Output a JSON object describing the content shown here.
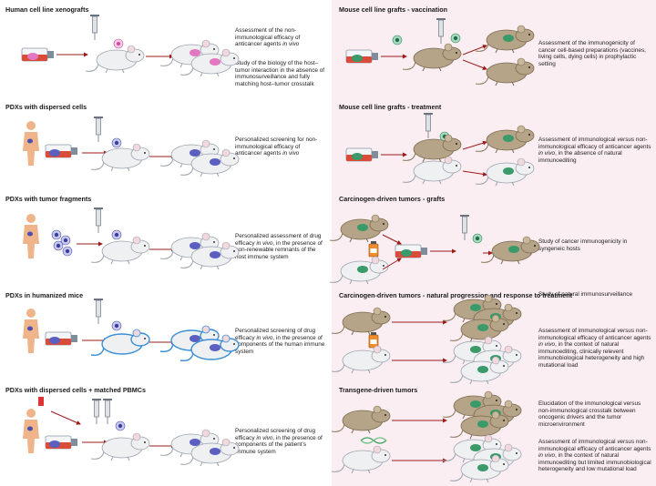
{
  "left": {
    "sections": [
      {
        "title": "Human cell line xenografts",
        "desc": [
          "Assessment of the non-immunological efficacy of anticancer agents |in vivo|",
          "Study of the biology of the host–tumor interaction in the absence of immunosurveillance and fully matching host–tumor crosstalk"
        ]
      },
      {
        "title": "PDXs with dispersed cells",
        "desc": [
          "Personalized screening for non-immunological efficacy of anticancer agents |in vivo|"
        ]
      },
      {
        "title": "PDXs with tumor fragments",
        "desc": [
          "Personalized assessment of drug efficacy |in vivo|, in the presence of non-renewable remnants of the host immune system"
        ]
      },
      {
        "title": "PDXs in humanized mice",
        "desc": [
          "Personalized screening of drug efficacy |in vivo|, in the presence of components of the human immune system"
        ]
      },
      {
        "title": "PDXs with dispersed cells + matched PBMCs",
        "desc": [
          "Personalized screening of drug efficacy |in vivo|, in the presence of components of the patient’s immune system"
        ]
      }
    ]
  },
  "right": {
    "sections": [
      {
        "title": "Mouse cell line grafts - vaccination",
        "desc": [
          "Assessment of the immunogenicity of cancer cell-based preparations (vaccines, living cells, dying cells) in prophylactic setting"
        ]
      },
      {
        "title": "Mouse cell line grafts - treatment",
        "desc": [
          "Assessment of immunological |versus| non-immunological efficacy of anticancer agents |in vivo|, in the absence of natural immunoediting"
        ]
      },
      {
        "title": "Carcinogen-driven tumors - grafts",
        "desc": [
          "Study of cancer immunogenicity in syngeneic hosts"
        ]
      },
      {
        "title": "Carcinogen-driven tumors - natural progression and response to treatment",
        "desc": [
          "Study of natural immunosurveillance",
          "Assessment of immunological |versus| non-immunological efficacy of anticancer agents |in vivo|, in the context of natural immunoediting, clinically relevent immunobiological heterogeneity and high mutational load"
        ]
      },
      {
        "title": "Transgene-driven tumors",
        "desc": [
          "Elucidation of the immunological versus non-immunological crosstalk between oncogenic drivers and the tumor microenvironment",
          "Assessment of immunological |versus| non-immunological efficacy of anticancer agents |in vivo|, in the context of natural immunoediting but limited immunobiological heterogeneity and low mutational load"
        ]
      }
    ]
  },
  "colors": {
    "right_background": "#fbeef3",
    "arrow": "#9b1b1b",
    "white_mouse": "#eef0f2",
    "brown_mouse": "#b5a487",
    "human_tumor_cell": "#e060b0",
    "patient_cell": "#4a4fb0",
    "mouse_tumor_cell": "#2e8a5c",
    "culture_media": "#d94c3a",
    "humanized_tail": "#3b8fd6"
  },
  "icons": [
    "human-figure-icon",
    "syringe-icon",
    "culture-flask-icon",
    "mouse-icon",
    "cell-icon",
    "carcinogen-bottle-icon",
    "dna-transgene-icon"
  ]
}
